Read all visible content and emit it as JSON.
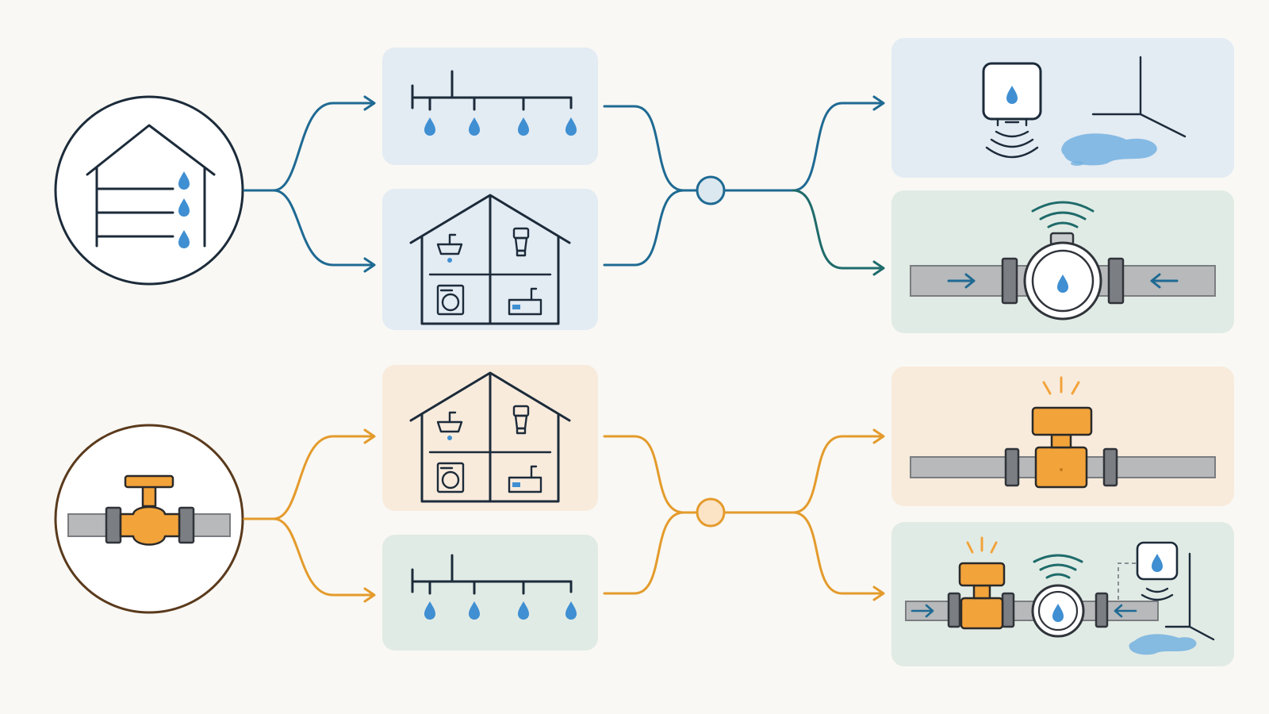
{
  "title": "",
  "colors": {
    "background": "#f9f8f4",
    "blue_flow": "#1f6a93",
    "teal_flow": "#1f6b6b",
    "orange_flow": "#e49b2c",
    "water_drop": "#3f8fd2",
    "valve": "#f2a33a",
    "panel_blue": "#e3ebf3",
    "panel_green": "#e1ebe5",
    "panel_orange": "#f8ebdc"
  },
  "nodes": [
    {
      "id": "source-house",
      "icon": "house-plumbing-icon",
      "group": "blue"
    },
    {
      "id": "sprinkler-manifold-top",
      "icon": "sprinkler-manifold-icon",
      "group": "blue"
    },
    {
      "id": "house-fixtures-top",
      "icon": "house-fixtures-icon",
      "group": "blue"
    },
    {
      "id": "junction-blue",
      "icon": "junction-node-icon",
      "group": "blue"
    },
    {
      "id": "leak-sensor",
      "icon": "leak-sensor-icon",
      "group": "blue"
    },
    {
      "id": "smart-water-meter",
      "icon": "smart-water-meter-icon",
      "group": "teal"
    },
    {
      "id": "source-valve",
      "icon": "shutoff-valve-icon",
      "group": "orange"
    },
    {
      "id": "house-fixtures-bottom",
      "icon": "house-fixtures-icon",
      "group": "orange"
    },
    {
      "id": "sprinkler-manifold-bottom",
      "icon": "sprinkler-manifold-icon",
      "group": "orange"
    },
    {
      "id": "junction-orange",
      "icon": "junction-node-icon",
      "group": "orange"
    },
    {
      "id": "automatic-shutoff-valve",
      "icon": "motorized-valve-icon",
      "group": "orange"
    },
    {
      "id": "combined-protection-system",
      "icon": "combined-system-icon",
      "group": "orange"
    }
  ],
  "edges": [
    {
      "from": "source-house",
      "to": "sprinkler-manifold-top"
    },
    {
      "from": "source-house",
      "to": "house-fixtures-top"
    },
    {
      "from": "sprinkler-manifold-top",
      "to": "junction-blue"
    },
    {
      "from": "house-fixtures-top",
      "to": "junction-blue"
    },
    {
      "from": "junction-blue",
      "to": "leak-sensor"
    },
    {
      "from": "junction-blue",
      "to": "smart-water-meter"
    },
    {
      "from": "source-valve",
      "to": "house-fixtures-bottom"
    },
    {
      "from": "source-valve",
      "to": "sprinkler-manifold-bottom"
    },
    {
      "from": "house-fixtures-bottom",
      "to": "junction-orange"
    },
    {
      "from": "sprinkler-manifold-bottom",
      "to": "junction-orange"
    },
    {
      "from": "junction-orange",
      "to": "automatic-shutoff-valve"
    },
    {
      "from": "junction-orange",
      "to": "combined-protection-system"
    }
  ]
}
